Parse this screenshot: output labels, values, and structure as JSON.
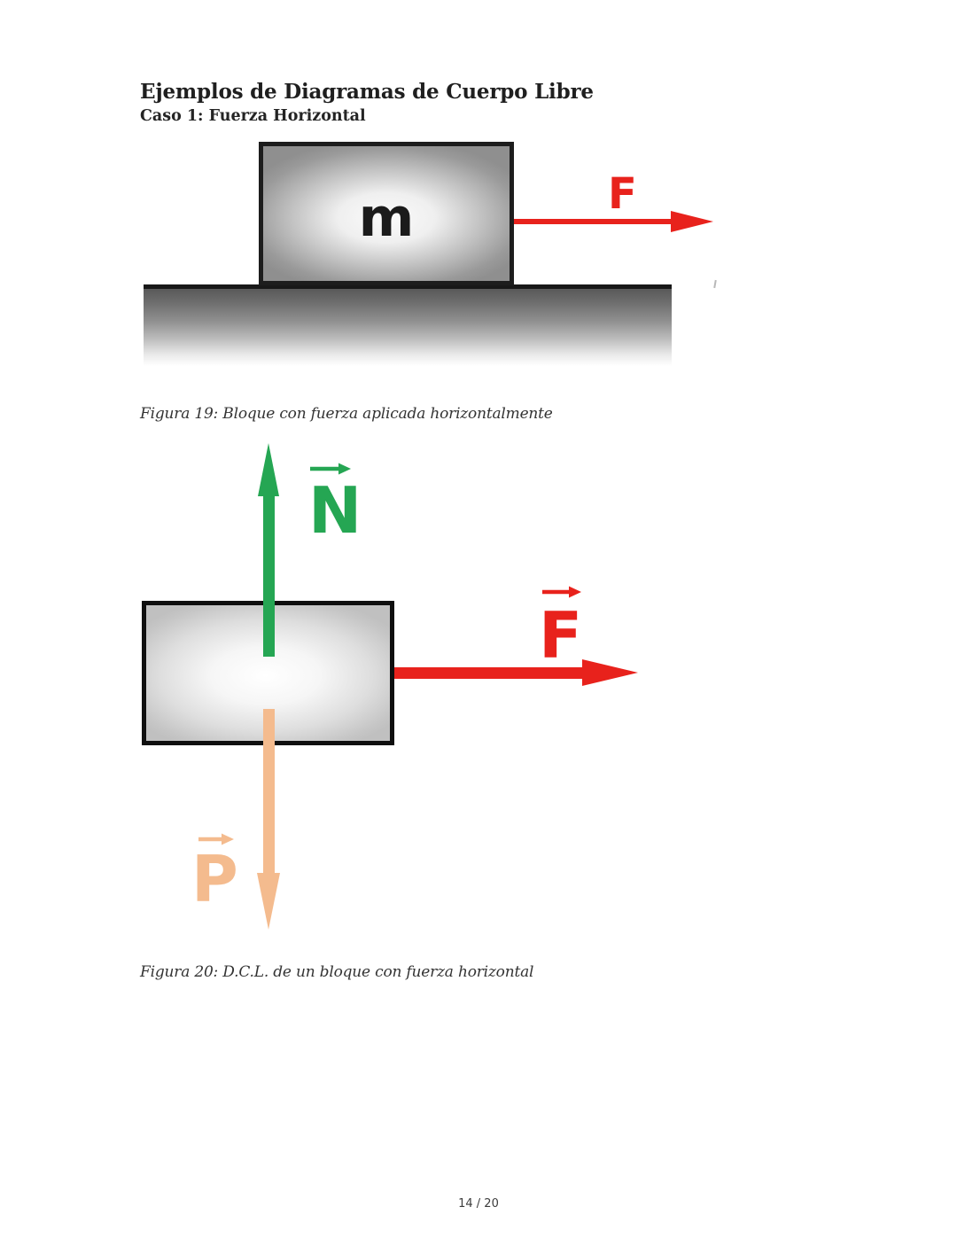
{
  "page": {
    "title": "Ejemplos de Diagramas de Cuerpo Libre",
    "subtitle": "Caso 1: Fuerza Horizontal",
    "footer": {
      "page_indicator": "14 / 20"
    }
  },
  "figure1": {
    "caption": "Figura 19: Bloque con fuerza aplicada horizontalmente",
    "block_label": "m",
    "force_label": "F",
    "colors": {
      "force": "#e8221c",
      "block_border": "#1d1d1d",
      "block_fill_edge": "#8f8f8f",
      "block_fill_center": "#fbfbfb",
      "ground_top": "#595959"
    }
  },
  "figure2": {
    "caption": "Figura 20: D.C.L. de un bloque con fuerza horizontal",
    "normal_label": "N",
    "force_label": "F",
    "weight_label": "P",
    "colors": {
      "normal": "#25a653",
      "force": "#e8221c",
      "weight": "#f4bb8e",
      "block_border": "#0f0f0f"
    }
  }
}
